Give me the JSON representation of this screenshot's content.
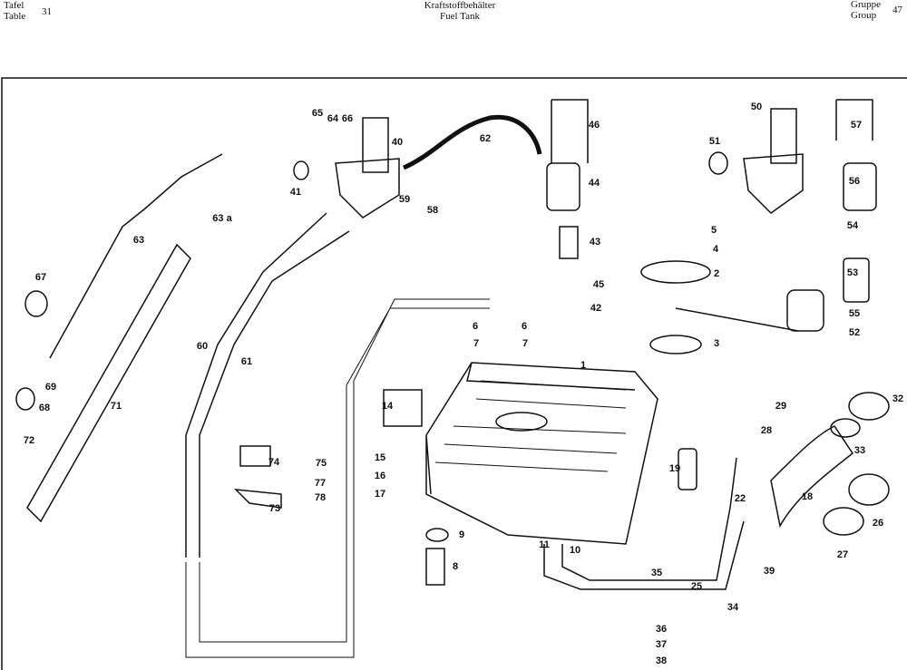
{
  "header": {
    "table_de": "Tafel",
    "table_en": "Table",
    "table_number": "31",
    "title_de": "Kraftstoffbehälter",
    "title_en": "Fuel Tank",
    "group_de": "Gruppe",
    "group_en": "Group",
    "group_number": "47"
  },
  "part_labels": [
    "65",
    "64",
    "66",
    "40",
    "62",
    "46",
    "50",
    "57",
    "51",
    "44",
    "56",
    "41",
    "59",
    "58",
    "63 a",
    "63",
    "5",
    "4",
    "43",
    "54",
    "2",
    "53",
    "45",
    "42",
    "67",
    "55",
    "52",
    "6",
    "6",
    "7",
    "7",
    "3",
    "60",
    "61",
    "1",
    "69",
    "71",
    "68",
    "14",
    "29",
    "32",
    "28",
    "33",
    "72",
    "15",
    "74",
    "75",
    "19",
    "18",
    "16",
    "77",
    "17",
    "78",
    "22",
    "26",
    "73",
    "9",
    "11",
    "10",
    "27",
    "8",
    "35",
    "39",
    "25",
    "34",
    "36",
    "37",
    "38"
  ]
}
